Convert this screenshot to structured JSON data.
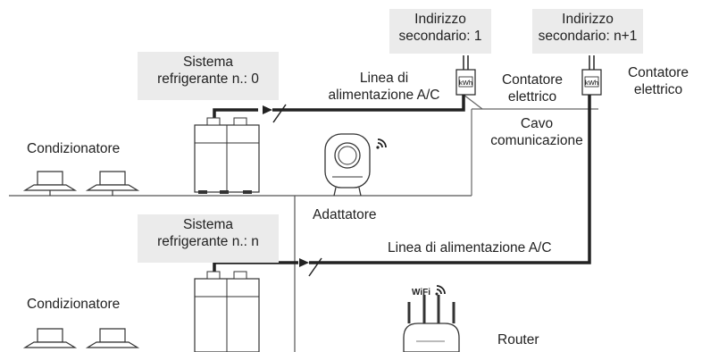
{
  "labels": {
    "secondary_address_1": [
      "Indirizzo",
      "secondario: 1"
    ],
    "secondary_address_n1": [
      "Indirizzo",
      "secondario: n+1"
    ],
    "refrigerant_system_0": [
      "Sistema",
      "refrigerante n.: 0"
    ],
    "refrigerant_system_n": [
      "Sistema",
      "refrigerante n.: n"
    ],
    "power_line_top": [
      "Linea di",
      "alimentazione A/C"
    ],
    "power_line_bottom": "Linea di alimentazione A/C",
    "meter_1": [
      "Contatore",
      "elettrico"
    ],
    "meter_2": [
      "Contatore",
      "elettrico"
    ],
    "comm_cable": [
      "Cavo",
      "comunicazione"
    ],
    "air_conditioner_top": "Condizionatore",
    "air_conditioner_bottom": "Condizionatore",
    "adapter": "Adattatore",
    "router": "Router",
    "wifi_text": "WiFi",
    "meter_unit": "kWh"
  },
  "colors": {
    "label_box": "#ebebeb",
    "line": "#222222",
    "thin_line": "#555555"
  }
}
